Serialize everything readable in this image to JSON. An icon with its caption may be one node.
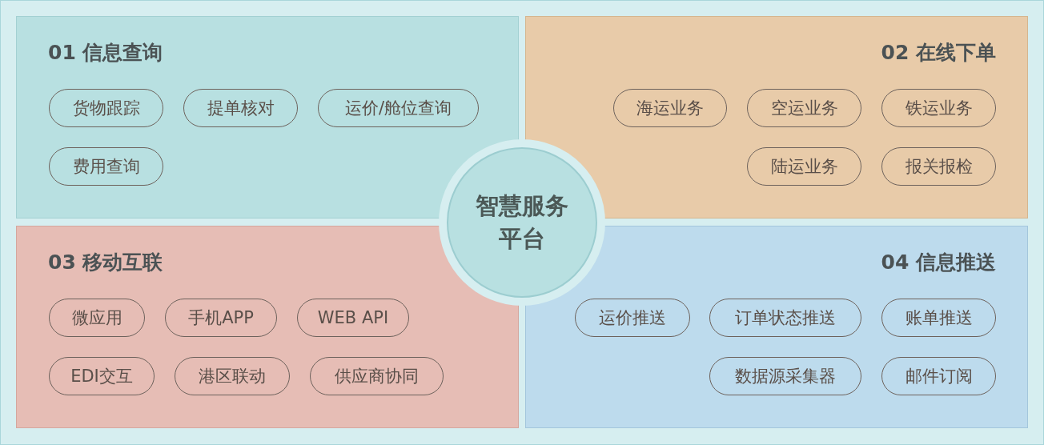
{
  "diagram": {
    "nodes": [
      {
        "text": [
          "01 信息查询"
        ]
      },
      {
        "text": [
          "货物跟踪"
        ],
        "in": 0
      },
      {
        "text": [
          "提单核对"
        ],
        "in": 0
      },
      {
        "text": [
          "运价/舱位查询"
        ],
        "in": 0
      },
      {
        "text": [
          "费用查询"
        ],
        "in": 0
      },
      {
        "text": [
          "02 在线下单"
        ]
      },
      {
        "text": [
          "海运业务"
        ],
        "in": 5
      },
      {
        "text": [
          "空运业务"
        ],
        "in": 5
      },
      {
        "text": [
          "铁运业务"
        ],
        "in": 5
      },
      {
        "text": [
          "陆运业务"
        ],
        "in": 5
      },
      {
        "text": [
          "报关报检"
        ],
        "in": 5
      },
      {
        "text": [
          "03 移动互联"
        ]
      },
      {
        "text": [
          "微应用"
        ],
        "in": 11
      },
      {
        "text": [
          "手机APP"
        ],
        "in": 11
      },
      {
        "text": [
          "WEB API"
        ],
        "in": 11
      },
      {
        "text": [
          "EDI交互"
        ],
        "in": 11
      },
      {
        "text": [
          "港区联动"
        ],
        "in": 11
      },
      {
        "text": [
          "供应商协同"
        ],
        "in": 11
      },
      {
        "text": [
          "04 信息推送"
        ]
      },
      {
        "text": [
          "运价推送"
        ],
        "in": 18
      },
      {
        "text": [
          "订单状态推送"
        ],
        "in": 18
      },
      {
        "text": [
          "账单推送"
        ],
        "in": 18
      },
      {
        "text": [
          "数据源采集器"
        ],
        "in": 18
      },
      {
        "text": [
          "邮件订阅"
        ],
        "in": 18
      },
      {
        "text": [
          "智慧服务平台"
        ]
      }
    ],
    "edges": []
  }
}
